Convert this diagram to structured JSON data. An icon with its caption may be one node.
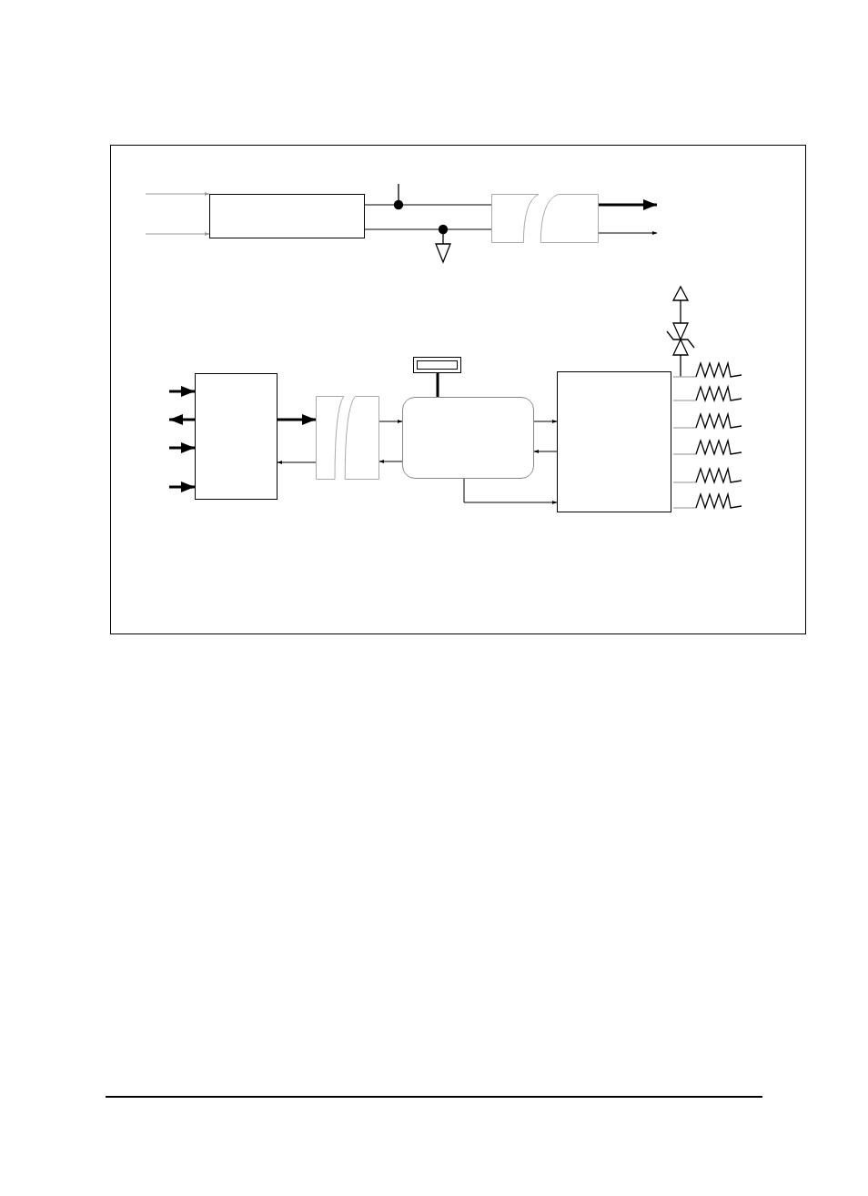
{
  "diagram": {
    "nodes": [
      {
        "text": [],
        "shape": "box"
      },
      {
        "text": [],
        "shape": "cable"
      },
      {
        "text": [],
        "shape": "box"
      },
      {
        "text": [],
        "shape": "cable"
      },
      {
        "text": [],
        "shape": "display"
      },
      {
        "text": [],
        "shape": "box"
      },
      {
        "text": [],
        "shape": "box"
      }
    ],
    "edges": [
      {
        "from": null,
        "to": 0,
        "arrow": "to",
        "color": "#999999"
      },
      {
        "from": null,
        "to": 0,
        "arrow": "to",
        "color": "#999999"
      },
      {
        "from": 0,
        "to": 1,
        "arrow": "none"
      },
      {
        "from": 0,
        "to": 1,
        "arrow": "none"
      },
      {
        "from": 1,
        "to": null,
        "arrow": "to",
        "style": "thick"
      },
      {
        "from": 1,
        "to": null,
        "arrow": "to"
      },
      {
        "from": null,
        "to": 2,
        "arrow": "to",
        "style": "thick"
      },
      {
        "from": 2,
        "to": null,
        "arrow": "to",
        "style": "thick"
      },
      {
        "from": null,
        "to": 2,
        "arrow": "to",
        "style": "thick"
      },
      {
        "from": null,
        "to": 2,
        "arrow": "to",
        "style": "thick"
      },
      {
        "from": 2,
        "to": 3,
        "arrow": "to",
        "style": "thick"
      },
      {
        "from": 3,
        "to": 2,
        "arrow": "to"
      },
      {
        "from": 3,
        "to": 5,
        "arrow": "to"
      },
      {
        "from": 5,
        "to": 3,
        "arrow": "to"
      },
      {
        "from": 4,
        "to": 5,
        "arrow": "none",
        "style": "thick"
      },
      {
        "from": 5,
        "to": 6,
        "arrow": "to"
      },
      {
        "from": 6,
        "to": 5,
        "arrow": "to"
      },
      {
        "from": 5,
        "to": 6,
        "arrow": "to"
      }
    ]
  }
}
